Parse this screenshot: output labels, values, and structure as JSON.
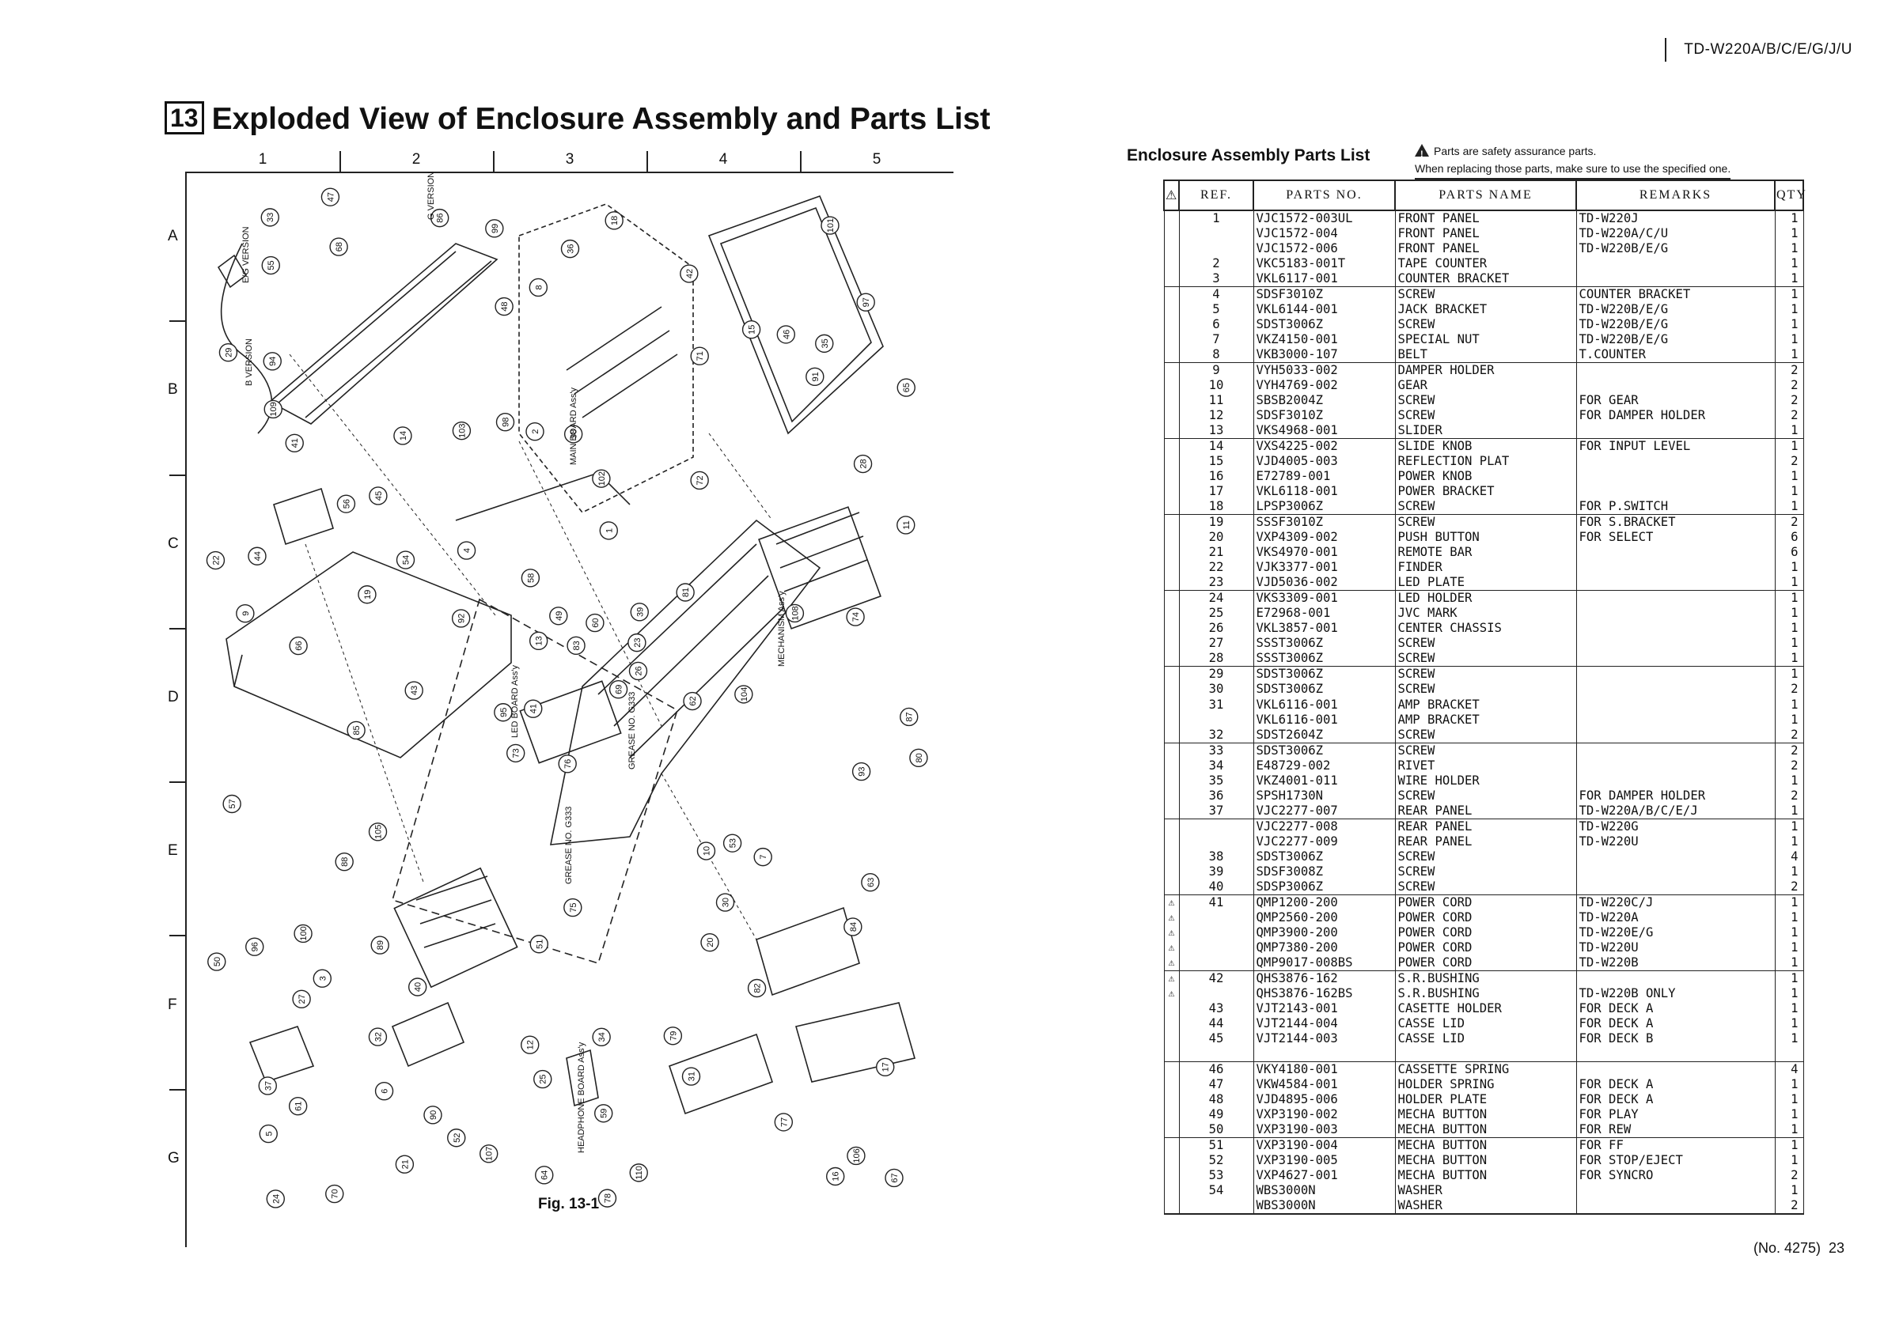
{
  "header": {
    "model": "TD-W220A/B/C/E/G/J/U"
  },
  "title": {
    "section_number": "13",
    "text": "Exploded View of Enclosure Assembly and Parts List"
  },
  "grid": {
    "columns": [
      "1",
      "2",
      "3",
      "4",
      "5"
    ],
    "rows": [
      "A",
      "B",
      "C",
      "D",
      "E",
      "F",
      "G"
    ]
  },
  "figure": {
    "caption": "Fig. 13-1",
    "labels": {
      "eg_version": "E/G VERSION",
      "g_version": "G VERSION",
      "b_version": "B VERSION",
      "main_board": "MAIN BOARD Ass'y",
      "led_board": "LED BOARD Ass'y",
      "mechanism": "MECHANISM Ass'y",
      "grease1": "GREASE NO. G333",
      "grease2": "GREASE NO. G333",
      "headphone": "HEADPHONE BOARD Ass'y"
    },
    "callouts": [
      "76",
      "41",
      "41",
      "37",
      "39",
      "40",
      "42",
      "38",
      "71",
      "69",
      "68",
      "67",
      "66",
      "65",
      "73",
      "72",
      "70",
      "2",
      "1",
      "3",
      "4",
      "5",
      "6",
      "7",
      "8",
      "9",
      "10",
      "11",
      "12",
      "13",
      "14",
      "15",
      "16",
      "17",
      "18",
      "19",
      "20",
      "21",
      "22",
      "23",
      "24",
      "25",
      "26",
      "27",
      "28",
      "29",
      "30",
      "31",
      "32",
      "33",
      "34",
      "35",
      "36",
      "43",
      "44",
      "45",
      "46",
      "47",
      "48",
      "49",
      "50",
      "51",
      "52",
      "53",
      "54",
      "55",
      "56",
      "57",
      "58",
      "59",
      "60",
      "61",
      "62",
      "63",
      "64",
      "74",
      "75",
      "77",
      "78",
      "79",
      "80",
      "81",
      "82",
      "83",
      "84",
      "85",
      "86",
      "87",
      "88",
      "89",
      "90",
      "91",
      "92",
      "93",
      "94",
      "95",
      "96",
      "97",
      "98",
      "99",
      "100",
      "101",
      "102",
      "103",
      "104",
      "105",
      "106",
      "107",
      "108",
      "109",
      "110"
    ]
  },
  "parts_list": {
    "title": "Enclosure Assembly Parts List",
    "safety_note_line1": "Parts are safety assurance parts.",
    "safety_note_line2": "When replacing those parts, make sure to use the specified one.",
    "headers": {
      "warn": "⚠",
      "ref": "REF.",
      "parts_no": "PARTS NO.",
      "parts_name": "PARTS NAME",
      "remarks": "REMARKS",
      "qty": "QTY"
    },
    "rows": [
      {
        "warn": "",
        "ref": "1",
        "no": "VJC1572-003UL",
        "name": "FRONT PANEL",
        "remarks": "TD-W220J",
        "qty": "1",
        "top": true
      },
      {
        "warn": "",
        "ref": "",
        "no": "VJC1572-004",
        "name": "FRONT PANEL",
        "remarks": "TD-W220A/C/U",
        "qty": "1"
      },
      {
        "warn": "",
        "ref": "",
        "no": "VJC1572-006",
        "name": "FRONT PANEL",
        "remarks": "TD-W220B/E/G",
        "qty": "1"
      },
      {
        "warn": "",
        "ref": "2",
        "no": "VKC5183-001T",
        "name": "TAPE COUNTER",
        "remarks": "",
        "qty": "1"
      },
      {
        "warn": "",
        "ref": "3",
        "no": "VKL6117-001",
        "name": "COUNTER BRACKET",
        "remarks": "",
        "qty": "1"
      },
      {
        "warn": "",
        "ref": "4",
        "no": "SDSF3010Z",
        "name": "SCREW",
        "remarks": "COUNTER BRACKET",
        "qty": "1",
        "top": true
      },
      {
        "warn": "",
        "ref": "5",
        "no": "VKL6144-001",
        "name": "JACK BRACKET",
        "remarks": "TD-W220B/E/G",
        "qty": "1"
      },
      {
        "warn": "",
        "ref": "6",
        "no": "SDST3006Z",
        "name": "SCREW",
        "remarks": "TD-W220B/E/G",
        "qty": "1"
      },
      {
        "warn": "",
        "ref": "7",
        "no": "VKZ4150-001",
        "name": "SPECIAL NUT",
        "remarks": "TD-W220B/E/G",
        "qty": "1"
      },
      {
        "warn": "",
        "ref": "8",
        "no": "VKB3000-107",
        "name": "BELT",
        "remarks": "T.COUNTER",
        "qty": "1"
      },
      {
        "warn": "",
        "ref": "9",
        "no": "VYH5033-002",
        "name": "DAMPER HOLDER",
        "remarks": "",
        "qty": "2",
        "top": true
      },
      {
        "warn": "",
        "ref": "10",
        "no": "VYH4769-002",
        "name": "GEAR",
        "remarks": "",
        "qty": "2"
      },
      {
        "warn": "",
        "ref": "11",
        "no": "SBSB2004Z",
        "name": "SCREW",
        "remarks": "FOR GEAR",
        "qty": "2"
      },
      {
        "warn": "",
        "ref": "12",
        "no": "SDSF3010Z",
        "name": "SCREW",
        "remarks": "FOR DAMPER HOLDER",
        "qty": "2"
      },
      {
        "warn": "",
        "ref": "13",
        "no": "VKS4968-001",
        "name": "SLIDER",
        "remarks": "",
        "qty": "1"
      },
      {
        "warn": "",
        "ref": "14",
        "no": "VXS4225-002",
        "name": "SLIDE KNOB",
        "remarks": "FOR INPUT LEVEL",
        "qty": "1",
        "top": true
      },
      {
        "warn": "",
        "ref": "15",
        "no": "VJD4005-003",
        "name": "REFLECTION PLAT",
        "remarks": "",
        "qty": "2"
      },
      {
        "warn": "",
        "ref": "16",
        "no": "E72789-001",
        "name": "POWER KNOB",
        "remarks": "",
        "qty": "1"
      },
      {
        "warn": "",
        "ref": "17",
        "no": "VKL6118-001",
        "name": "POWER BRACKET",
        "remarks": "",
        "qty": "1"
      },
      {
        "warn": "",
        "ref": "18",
        "no": "LPSP3006Z",
        "name": "SCREW",
        "remarks": "FOR P.SWITCH",
        "qty": "1"
      },
      {
        "warn": "",
        "ref": "19",
        "no": "SSSF3010Z",
        "name": "SCREW",
        "remarks": "FOR S.BRACKET",
        "qty": "2",
        "top": true
      },
      {
        "warn": "",
        "ref": "20",
        "no": "VXP4309-002",
        "name": "PUSH BUTTON",
        "remarks": "FOR SELECT",
        "qty": "6"
      },
      {
        "warn": "",
        "ref": "21",
        "no": "VKS4970-001",
        "name": "REMOTE BAR",
        "remarks": "",
        "qty": "6"
      },
      {
        "warn": "",
        "ref": "22",
        "no": "VJK3377-001",
        "name": "FINDER",
        "remarks": "",
        "qty": "1"
      },
      {
        "warn": "",
        "ref": "23",
        "no": "VJD5036-002",
        "name": "LED PLATE",
        "remarks": "",
        "qty": "1"
      },
      {
        "warn": "",
        "ref": "24",
        "no": "VKS3309-001",
        "name": "LED HOLDER",
        "remarks": "",
        "qty": "1",
        "top": true
      },
      {
        "warn": "",
        "ref": "25",
        "no": "E72968-001",
        "name": "JVC MARK",
        "remarks": "",
        "qty": "1"
      },
      {
        "warn": "",
        "ref": "26",
        "no": "VKL3857-001",
        "name": "CENTER CHASSIS",
        "remarks": "",
        "qty": "1"
      },
      {
        "warn": "",
        "ref": "27",
        "no": "SSST3006Z",
        "name": "SCREW",
        "remarks": "",
        "qty": "1"
      },
      {
        "warn": "",
        "ref": "28",
        "no": "SSST3006Z",
        "name": "SCREW",
        "remarks": "",
        "qty": "1"
      },
      {
        "warn": "",
        "ref": "29",
        "no": "SDST3006Z",
        "name": "SCREW",
        "remarks": "",
        "qty": "1",
        "top": true
      },
      {
        "warn": "",
        "ref": "30",
        "no": "SDST3006Z",
        "name": "SCREW",
        "remarks": "",
        "qty": "2"
      },
      {
        "warn": "",
        "ref": "31",
        "no": "VKL6116-001",
        "name": "AMP BRACKET",
        "remarks": "",
        "qty": "1"
      },
      {
        "warn": "",
        "ref": "",
        "no": "VKL6116-001",
        "name": "AMP BRACKET",
        "remarks": "",
        "qty": "1"
      },
      {
        "warn": "",
        "ref": "32",
        "no": "SDST2604Z",
        "name": "SCREW",
        "remarks": "",
        "qty": "2"
      },
      {
        "warn": "",
        "ref": "33",
        "no": "SDST3006Z",
        "name": "SCREW",
        "remarks": "",
        "qty": "2",
        "top": true
      },
      {
        "warn": "",
        "ref": "34",
        "no": "E48729-002",
        "name": "RIVET",
        "remarks": "",
        "qty": "2"
      },
      {
        "warn": "",
        "ref": "35",
        "no": "VKZ4001-011",
        "name": "WIRE HOLDER",
        "remarks": "",
        "qty": "1"
      },
      {
        "warn": "",
        "ref": "36",
        "no": "SPSH1730N",
        "name": "SCREW",
        "remarks": "FOR DAMPER HOLDER",
        "qty": "2"
      },
      {
        "warn": "",
        "ref": "37",
        "no": "VJC2277-007",
        "name": "REAR PANEL",
        "remarks": "TD-W220A/B/C/E/J",
        "qty": "1"
      },
      {
        "warn": "",
        "ref": "",
        "no": "VJC2277-008",
        "name": "REAR PANEL",
        "remarks": "TD-W220G",
        "qty": "1",
        "top": true
      },
      {
        "warn": "",
        "ref": "",
        "no": "VJC2277-009",
        "name": "REAR PANEL",
        "remarks": "TD-W220U",
        "qty": "1"
      },
      {
        "warn": "",
        "ref": "38",
        "no": "SDST3006Z",
        "name": "SCREW",
        "remarks": "",
        "qty": "4"
      },
      {
        "warn": "",
        "ref": "39",
        "no": "SDSF3008Z",
        "name": "SCREW",
        "remarks": "",
        "qty": "1"
      },
      {
        "warn": "",
        "ref": "40",
        "no": "SDSP3006Z",
        "name": "SCREW",
        "remarks": "",
        "qty": "2"
      },
      {
        "warn": "⚠",
        "ref": "41",
        "no": "QMP1200-200",
        "name": "POWER CORD",
        "remarks": "TD-W220C/J",
        "qty": "1",
        "top": true
      },
      {
        "warn": "⚠",
        "ref": "",
        "no": "QMP2560-200",
        "name": "POWER CORD",
        "remarks": "TD-W220A",
        "qty": "1"
      },
      {
        "warn": "⚠",
        "ref": "",
        "no": "QMP3900-200",
        "name": "POWER CORD",
        "remarks": "TD-W220E/G",
        "qty": "1"
      },
      {
        "warn": "⚠",
        "ref": "",
        "no": "QMP7380-200",
        "name": "POWER CORD",
        "remarks": "TD-W220U",
        "qty": "1"
      },
      {
        "warn": "⚠",
        "ref": "",
        "no": "QMP9017-008BS",
        "name": "POWER CORD",
        "remarks": "TD-W220B",
        "qty": "1"
      },
      {
        "warn": "⚠",
        "ref": "42",
        "no": "QHS3876-162",
        "name": "S.R.BUSHING",
        "remarks": "",
        "qty": "1",
        "top": true
      },
      {
        "warn": "⚠",
        "ref": "",
        "no": "QHS3876-162BS",
        "name": "S.R.BUSHING",
        "remarks": "TD-W220B ONLY",
        "qty": "1"
      },
      {
        "warn": "",
        "ref": "43",
        "no": "VJT2143-001",
        "name": "CASETTE HOLDER",
        "remarks": "FOR DECK A",
        "qty": "1"
      },
      {
        "warn": "",
        "ref": "44",
        "no": "VJT2144-004",
        "name": "CASSE LID",
        "remarks": "FOR DECK A",
        "qty": "1"
      },
      {
        "warn": "",
        "ref": "45",
        "no": "VJT2144-003",
        "name": "CASSE LID",
        "remarks": "FOR DECK B",
        "qty": "1"
      },
      {
        "warn": "",
        "ref": "",
        "no": "",
        "name": "",
        "remarks": "",
        "qty": ""
      },
      {
        "warn": "",
        "ref": "46",
        "no": "VKY4180-001",
        "name": "CASSETTE SPRING",
        "remarks": "",
        "qty": "4",
        "top": true
      },
      {
        "warn": "",
        "ref": "47",
        "no": "VKW4584-001",
        "name": "HOLDER SPRING",
        "remarks": "FOR DECK A",
        "qty": "1"
      },
      {
        "warn": "",
        "ref": "48",
        "no": "VJD4895-006",
        "name": "HOLDER PLATE",
        "remarks": "FOR DECK A",
        "qty": "1"
      },
      {
        "warn": "",
        "ref": "49",
        "no": "VXP3190-002",
        "name": "MECHA BUTTON",
        "remarks": "FOR PLAY",
        "qty": "1"
      },
      {
        "warn": "",
        "ref": "50",
        "no": "VXP3190-003",
        "name": "MECHA BUTTON",
        "remarks": "FOR REW",
        "qty": "1"
      },
      {
        "warn": "",
        "ref": "51",
        "no": "VXP3190-004",
        "name": "MECHA BUTTON",
        "remarks": "FOR FF",
        "qty": "1",
        "top": true
      },
      {
        "warn": "",
        "ref": "52",
        "no": "VXP3190-005",
        "name": "MECHA BUTTON",
        "remarks": "FOR STOP/EJECT",
        "qty": "1"
      },
      {
        "warn": "",
        "ref": "53",
        "no": "VXP4627-001",
        "name": "MECHA BUTTON",
        "remarks": "FOR SYNCRO",
        "qty": "2"
      },
      {
        "warn": "",
        "ref": "54",
        "no": "WBS3000N",
        "name": "WASHER",
        "remarks": "",
        "qty": "1"
      },
      {
        "warn": "",
        "ref": "",
        "no": "WBS3000N",
        "name": "WASHER",
        "remarks": "",
        "qty": "2"
      }
    ]
  },
  "footer": {
    "doc_no": "(No. 4275)",
    "page": "23"
  }
}
